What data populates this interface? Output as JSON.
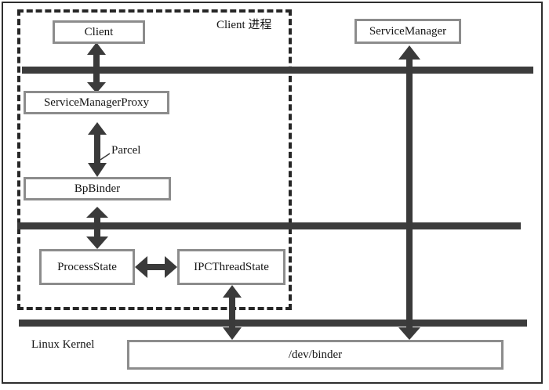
{
  "colors": {
    "bar": "#3c3c3c",
    "arrow": "#3a3a3a",
    "box_border": "#8c8c8c",
    "dash": "#262626",
    "text": "#151515"
  },
  "labels": {
    "client_process": "Client 进程",
    "parcel": "Parcel",
    "linux_kernel": "Linux Kernel"
  },
  "nodes": {
    "client": "Client",
    "service_manager": "ServiceManager",
    "service_manager_proxy": "ServiceManagerProxy",
    "bp_binder": "BpBinder",
    "process_state": "ProcessState",
    "ipc_thread_state": "IPCThreadState",
    "dev_binder": "/dev/binder"
  }
}
